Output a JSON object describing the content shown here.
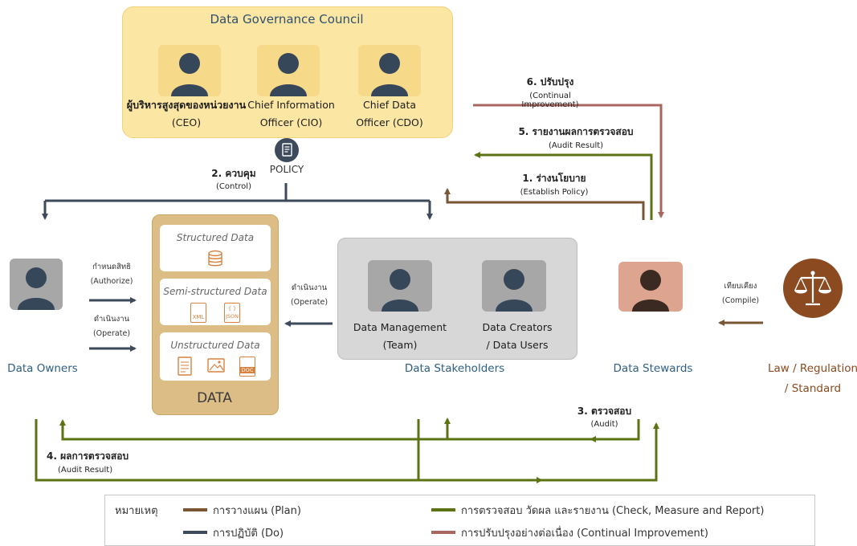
{
  "council": {
    "title": "Data Governance Council",
    "members": [
      {
        "line1": "ผู้บริหารสูงสุดของหน่วยงาน",
        "line2": "(CEO)"
      },
      {
        "line1": "Chief Information",
        "line2": "Officer (CIO)"
      },
      {
        "line1": "Chief Data",
        "line2": "Officer (CDO)"
      }
    ]
  },
  "policy": {
    "label": "POLICY",
    "icon": "document-icon"
  },
  "steps": {
    "s1": {
      "title": "1. ร่างนโยบาย",
      "sub": "(Establish Policy)"
    },
    "s2": {
      "title": "2. ควบคุม",
      "sub": "(Control)"
    },
    "s3": {
      "title": "3. ตรวจสอบ",
      "sub": "(Audit)"
    },
    "s4": {
      "title": "4. ผลการตรวจสอบ",
      "sub": "(Audit Result)"
    },
    "s5": {
      "title": "5. รายงานผลการตรวจสอบ",
      "sub": "(Audit Result)"
    },
    "s6": {
      "title": "6. ปรับปรุง",
      "sub": "(Continual Improvement)"
    }
  },
  "owners": {
    "label": "Data Owners",
    "authorize_th": "กำหนดสิทธิ",
    "authorize_en": "(Authorize)",
    "operate_th": "ดำเนินงาน",
    "operate_en": "(Operate)"
  },
  "data": {
    "title": "DATA",
    "structured": "Structured Data",
    "semi": "Semi-structured Data",
    "unstructured": "Unstructured Data",
    "xml": "XML",
    "json": "JSON",
    "json_glyph": "{ }",
    "doc": "DOC"
  },
  "stakeholders": {
    "label": "Data Stakeholders",
    "operate_th": "ดำเนินงาน",
    "operate_en": "(Operate)",
    "mgmt_line1": "Data Management",
    "mgmt_line2": "(Team)",
    "creators_line1": "Data Creators",
    "creators_line2": "/ Data Users"
  },
  "stewards": {
    "label": "Data Stewards",
    "compile_th": "เทียบเคียง",
    "compile_en": "(Compile)"
  },
  "law": {
    "line1": "Law / Regulation",
    "line2": "/ Standard",
    "icon": "scales-icon"
  },
  "legend": {
    "title": "หมายเหตุ",
    "items": [
      {
        "label": "การวางแผน (Plan)",
        "color": "#7a5534"
      },
      {
        "label": "การปฏิบัติ (Do)",
        "color": "#3d4a5c"
      },
      {
        "label": "การตรวจสอบ วัดผล และรายงาน (Check, Measure and Report)",
        "color": "#5b7312"
      },
      {
        "label": "การปรับปรุงอย่างต่อเนื่อง (Continual Improvement)",
        "color": "#a86660"
      }
    ]
  },
  "colors": {
    "plan": "#7a5534",
    "do": "#3d4a5c",
    "check": "#5b7312",
    "improve": "#a86660",
    "person": "#37475a",
    "law_circle": "#8c4a20"
  }
}
